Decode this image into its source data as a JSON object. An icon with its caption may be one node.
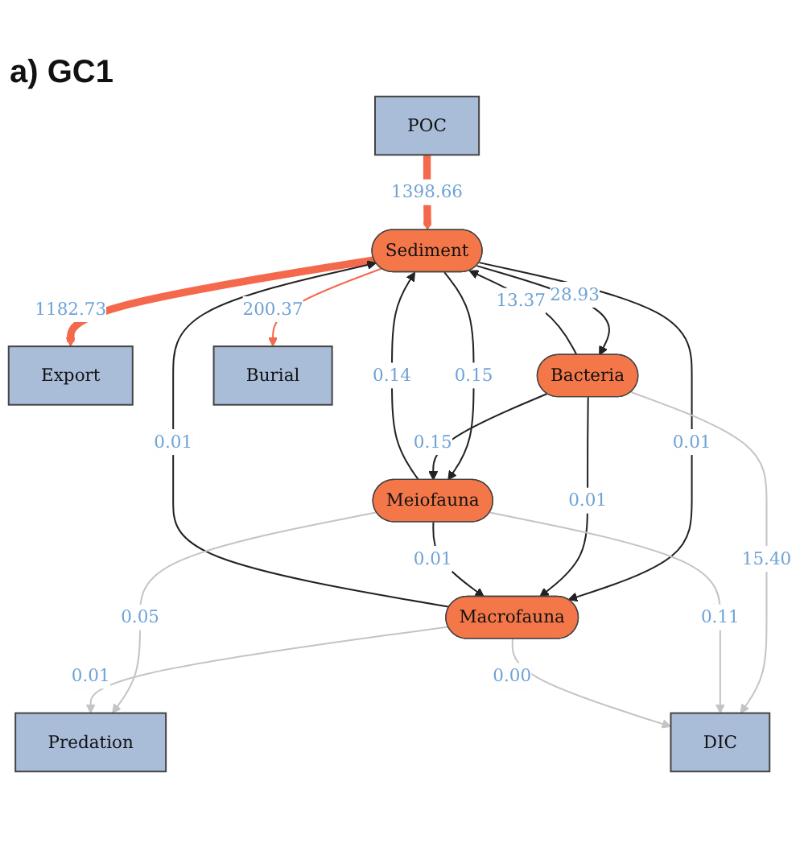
{
  "diagram": {
    "title": "a) GC1",
    "nodes": [
      {
        "text": [
          "POC"
        ]
      },
      {
        "text": [
          "Sediment"
        ]
      },
      {
        "text": [
          "Export"
        ]
      },
      {
        "text": [
          "Bacteria"
        ]
      },
      {
        "text": [
          "Burial"
        ]
      },
      {
        "text": [
          "Meiofauna"
        ]
      },
      {
        "text": [
          "Macrofauna"
        ]
      },
      {
        "text": [
          "Predation"
        ]
      },
      {
        "text": [
          "DIC"
        ]
      }
    ],
    "edges": [
      {
        "from": 0,
        "to": 1,
        "arrow": "to",
        "label": "1398.66",
        "style": "thick",
        "color": "#f4694c"
      },
      {
        "from": 1,
        "to": 2,
        "arrow": "to",
        "label": "1182.73",
        "style": "thick",
        "color": "#f4694c"
      },
      {
        "from": 1,
        "to": 3,
        "arrow": "to",
        "label": "28.93"
      },
      {
        "from": 3,
        "to": 1,
        "arrow": "to",
        "label": "13.37"
      },
      {
        "from": 1,
        "to": 4,
        "arrow": "to",
        "label": "200.37",
        "color": "#f4694c"
      },
      {
        "from": 5,
        "to": 1,
        "arrow": "to",
        "label": "0.14"
      },
      {
        "from": 1,
        "to": 5,
        "arrow": "to",
        "label": "0.15"
      },
      {
        "from": 1,
        "to": 6,
        "arrow": "to",
        "label": "0.01"
      },
      {
        "from": 6,
        "to": 1,
        "arrow": "to",
        "label": "0.01"
      },
      {
        "from": 3,
        "to": 5,
        "arrow": "to",
        "label": "0.15"
      },
      {
        "from": 3,
        "to": 6,
        "arrow": "to",
        "label": "0.01"
      },
      {
        "from": 3,
        "to": 8,
        "arrow": "to",
        "label": "15.40",
        "color": "#c4c4c4"
      },
      {
        "from": 5,
        "to": 6,
        "arrow": "to",
        "label": "0.01"
      },
      {
        "from": 5,
        "to": 7,
        "arrow": "to",
        "label": "0.05",
        "color": "#c4c4c4"
      },
      {
        "from": 5,
        "to": 8,
        "arrow": "to",
        "label": "0.11",
        "color": "#c4c4c4"
      },
      {
        "from": 6,
        "to": 7,
        "arrow": "to",
        "label": "0.01",
        "color": "#c4c4c4"
      },
      {
        "from": 6,
        "to": 8,
        "arrow": "to",
        "label": "0.00",
        "color": "#c4c4c4"
      }
    ]
  }
}
